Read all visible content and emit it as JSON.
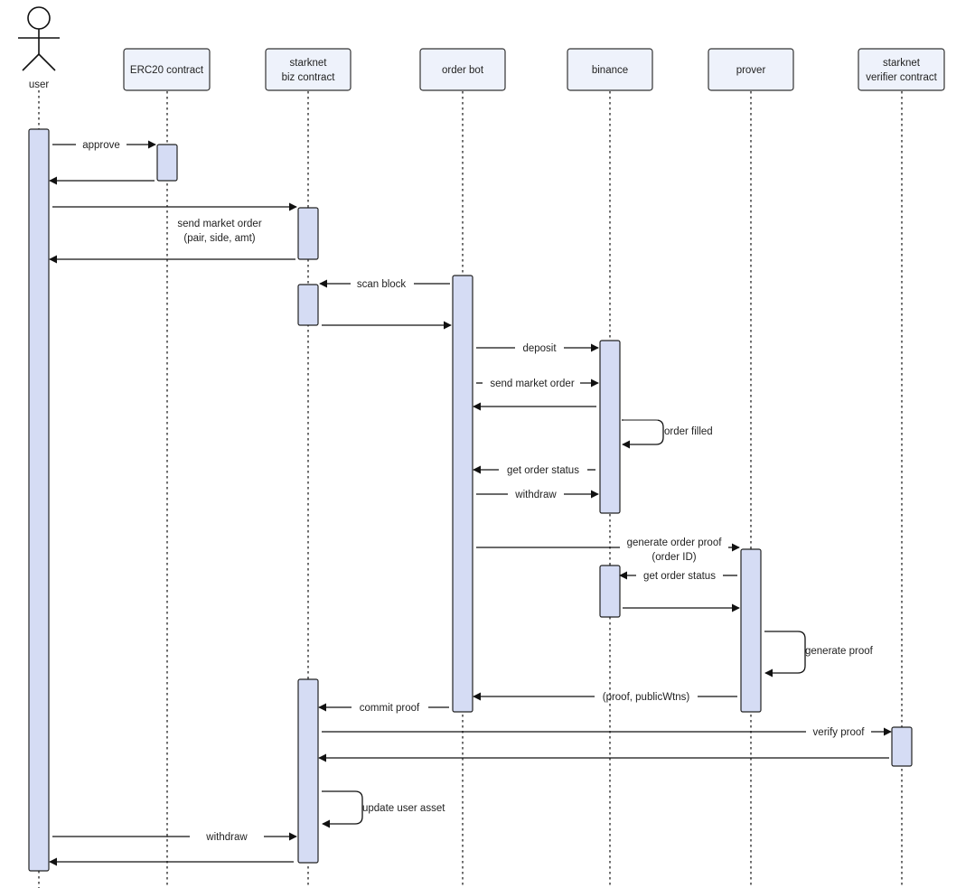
{
  "colors": {
    "participant_fill": "#eef2fb",
    "participant_stroke": "#333333",
    "activation_fill": "#d5dcf4",
    "line": "#111111",
    "background": "#ffffff"
  },
  "actor": {
    "id": "user",
    "label": "user",
    "icon": "stick-figure-icon"
  },
  "participants": [
    {
      "id": "erc20",
      "lines": [
        "ERC20 contract"
      ]
    },
    {
      "id": "biz",
      "lines": [
        "starknet",
        "biz contract"
      ]
    },
    {
      "id": "bot",
      "lines": [
        "order bot"
      ]
    },
    {
      "id": "binance",
      "lines": [
        "binance"
      ]
    },
    {
      "id": "prover",
      "lines": [
        "prover"
      ]
    },
    {
      "id": "verifier",
      "lines": [
        "starknet",
        "verifier contract"
      ]
    }
  ],
  "messages": [
    {
      "from": "user",
      "to": "erc20",
      "label": [
        "approve"
      ]
    },
    {
      "from": "erc20",
      "to": "user",
      "label": []
    },
    {
      "from": "user",
      "to": "biz",
      "label": []
    },
    {
      "from": "biz",
      "to": "user",
      "label": [
        "send market order",
        "(pair, side,  amt)"
      ]
    },
    {
      "from": "bot",
      "to": "biz",
      "label": [
        "scan block"
      ]
    },
    {
      "from": "biz",
      "to": "bot",
      "label": []
    },
    {
      "from": "bot",
      "to": "binance",
      "label": [
        "deposit"
      ]
    },
    {
      "from": "bot",
      "to": "binance",
      "label": [
        "send market order"
      ]
    },
    {
      "from": "binance",
      "to": "bot",
      "label": []
    },
    {
      "from": "binance",
      "to": "binance",
      "label": [
        "order filled"
      ]
    },
    {
      "from": "binance",
      "to": "bot",
      "label": [
        "get order status"
      ]
    },
    {
      "from": "bot",
      "to": "binance",
      "label": [
        "withdraw"
      ]
    },
    {
      "from": "bot",
      "to": "prover",
      "label": [
        "generate order proof",
        "(order ID)"
      ]
    },
    {
      "from": "prover",
      "to": "binance",
      "label": [
        "get order status"
      ]
    },
    {
      "from": "binance",
      "to": "prover",
      "label": []
    },
    {
      "from": "prover",
      "to": "prover",
      "label": [
        "generate proof"
      ]
    },
    {
      "from": "prover",
      "to": "bot",
      "label": [
        "(proof, publicWtns)"
      ]
    },
    {
      "from": "bot",
      "to": "biz",
      "label": [
        "commit proof"
      ]
    },
    {
      "from": "biz",
      "to": "verifier",
      "label": [
        "verify proof"
      ]
    },
    {
      "from": "verifier",
      "to": "biz",
      "label": []
    },
    {
      "from": "biz",
      "to": "biz",
      "label": [
        "update user asset"
      ]
    },
    {
      "from": "user",
      "to": "biz",
      "label": [
        "withdraw"
      ]
    },
    {
      "from": "biz",
      "to": "user",
      "label": []
    }
  ]
}
